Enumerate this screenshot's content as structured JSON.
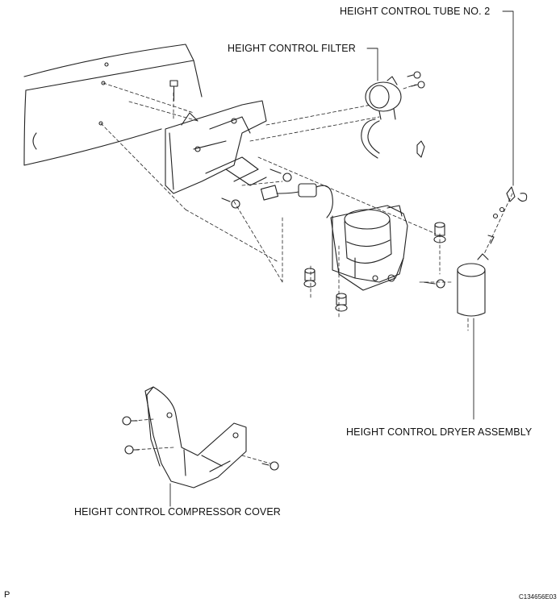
{
  "labels": {
    "tube": "HEIGHT CONTROL TUBE NO. 2",
    "filter": "HEIGHT CONTROL FILTER",
    "dryer": "HEIGHT CONTROL DRYER ASSEMBLY",
    "cover": "HEIGHT CONTROL COMPRESSOR COVER"
  },
  "footer": {
    "page_mark": "P",
    "figure_code": "C134656E03"
  }
}
